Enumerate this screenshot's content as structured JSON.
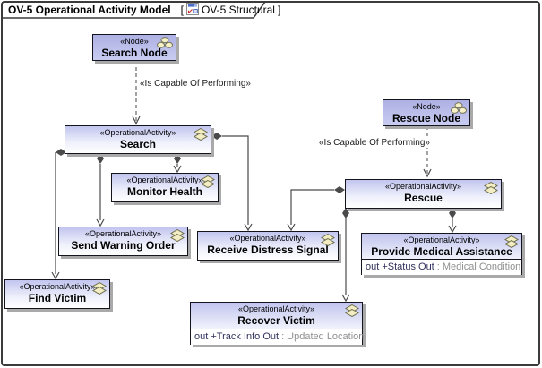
{
  "header": {
    "title": "OV-5 Operational Activity Model",
    "bracket_open": "[",
    "diagram_name": "OV-5 Structural",
    "bracket_close": "]"
  },
  "labels": {
    "is_capable_search": "«Is Capable Of Performing»",
    "is_capable_rescue": "«Is Capable Of Performing»"
  },
  "boxes": {
    "search_node": {
      "stereotype": "«Node»",
      "name": "Search Node"
    },
    "rescue_node": {
      "stereotype": "«Node»",
      "name": "Rescue Node"
    },
    "search": {
      "stereotype": "«OperationalActivity»",
      "name": "Search"
    },
    "monitor_health": {
      "stereotype": "«OperationalActivity»",
      "name": "Monitor Health"
    },
    "send_warning_order": {
      "stereotype": "«OperationalActivity»",
      "name": "Send Warning Order"
    },
    "find_victim": {
      "stereotype": "«OperationalActivity»",
      "name": "Find Victim"
    },
    "receive_distress_signal": {
      "stereotype": "«OperationalActivity»",
      "name": "Receive Distress Signal"
    },
    "rescue": {
      "stereotype": "«OperationalActivity»",
      "name": "Rescue"
    },
    "provide_medical_assistance": {
      "stereotype": "«OperationalActivity»",
      "name": "Provide Medical Assistance",
      "attr_main": "out +Status Out",
      "attr_type": ": Medical Condition"
    },
    "recover_victim": {
      "stereotype": "«OperationalActivity»",
      "name": "Recover Victim",
      "attr_main": "out +Track Info Out",
      "attr_type": ": Updated Location"
    }
  },
  "icons": {
    "node_icon": "three-ellipses-node-icon",
    "activity_icon": "split-diamond-decomposition-icon",
    "diagram_icon": "diagram-document-icon"
  },
  "colors": {
    "node_fill_top": "#adb1e3",
    "activity_fill_top": "#c2c5ee",
    "box_border": "#14141e",
    "connector": "#4a4a4a",
    "shadow": "#a9a9a9",
    "attr_text": "#31315c",
    "attr_type_text": "#8f8f8f"
  }
}
